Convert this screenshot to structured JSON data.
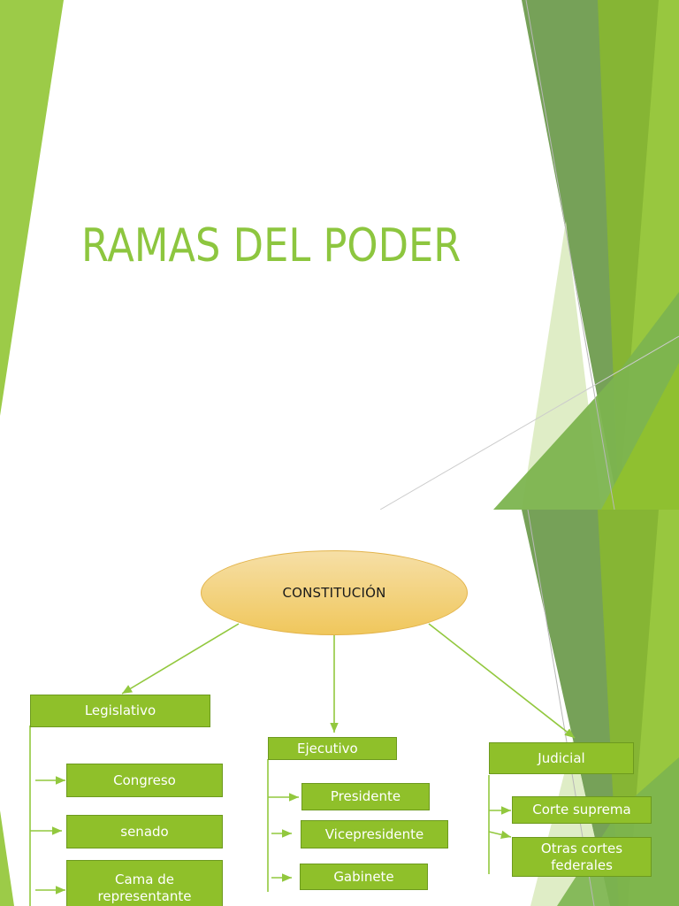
{
  "slides": [
    {
      "title": "RAMAS DEL PODER"
    },
    {
      "diagram": {
        "root": "CONSTITUCIÓN",
        "branches": [
          {
            "label": "Legislativo",
            "children": [
              "Congreso",
              "senado",
              "Cama de representante"
            ]
          },
          {
            "label": "Ejecutivo",
            "children": [
              "Presidente",
              "Vicepresidente",
              "Gabinete"
            ]
          },
          {
            "label": "Judicial",
            "children": [
              "Corte suprema",
              "Otras cortes federales"
            ]
          }
        ]
      }
    }
  ],
  "colors": {
    "title": "#8dc63f",
    "box_fill": "#8fc02a",
    "box_border": "#6d9a1e",
    "ellipse_top": "#f6dfa6",
    "ellipse_bottom": "#f0c75c",
    "connector": "#92c83e",
    "dark_green": "#6f9c4f",
    "light_green": "#9ccb3f"
  }
}
